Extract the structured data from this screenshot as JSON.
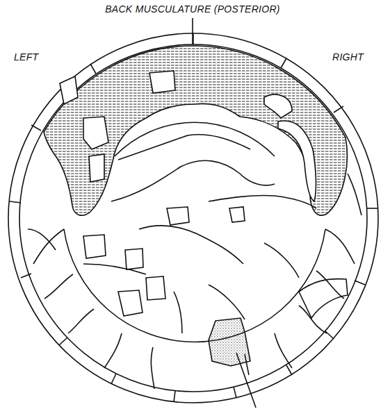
{
  "diagram": {
    "labels": [
      "BACK MUSCULATURE (POSTERIOR)",
      "LEFT",
      "RIGHT"
    ]
  }
}
